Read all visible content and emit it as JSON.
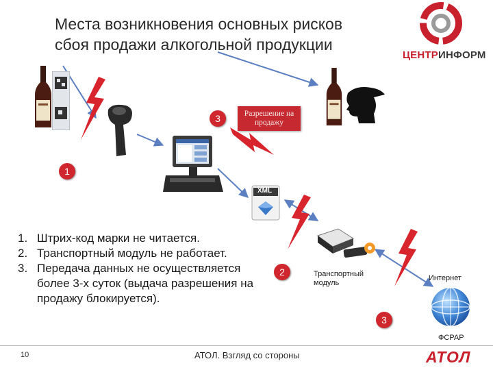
{
  "title": {
    "line1": "Места возникновения основных рисков",
    "line2": "сбоя продажи алкогольной продукции"
  },
  "logo": {
    "part1": "ЦЕНТР",
    "part2": "ИНФОРМ"
  },
  "badges": {
    "b1": "1",
    "b2": "2",
    "b3_top": "3",
    "b3_bottom": "3"
  },
  "permit_box": {
    "line1": "Разрешение на",
    "line2": "продажу"
  },
  "xml_label": "XML",
  "labels": {
    "transport_line1": "Транспортный",
    "transport_line2": "модуль",
    "internet": "Интернет",
    "fsrar": "ФСРАР"
  },
  "risks": [
    {
      "num": "1.",
      "text": "Штрих-код марки не читается."
    },
    {
      "num": "2.",
      "text": "Транспортный модуль не работает."
    },
    {
      "num": "3.",
      "text": "Передача данных не осуществляется более 3-х суток (выдача разрешения на продажу блокируется)."
    }
  ],
  "footer": {
    "page": "10",
    "text": "АТОЛ. Взгляд со стороны",
    "brand": "АТОЛ"
  },
  "colors": {
    "accent": "#c8202d",
    "badge": "#d0262e",
    "arrow": "#5b7fc0"
  }
}
